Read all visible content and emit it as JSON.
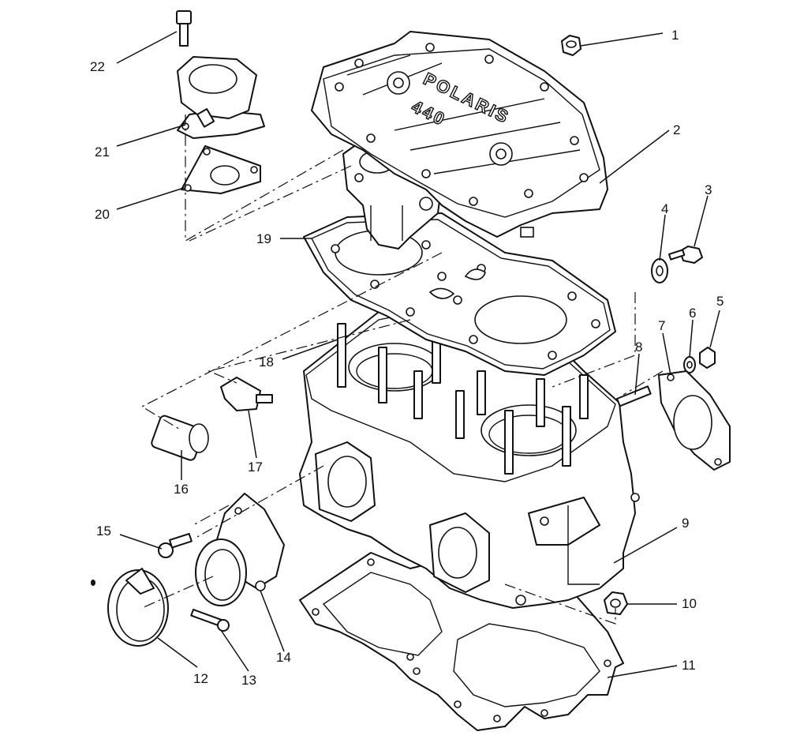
{
  "callouts": [
    {
      "id": "1",
      "label": "1"
    },
    {
      "id": "2",
      "label": "2"
    },
    {
      "id": "3",
      "label": "3"
    },
    {
      "id": "4",
      "label": "4"
    },
    {
      "id": "5",
      "label": "5"
    },
    {
      "id": "6",
      "label": "6"
    },
    {
      "id": "7",
      "label": "7"
    },
    {
      "id": "8",
      "label": "8"
    },
    {
      "id": "9",
      "label": "9"
    },
    {
      "id": "10",
      "label": "10"
    },
    {
      "id": "11",
      "label": "11"
    },
    {
      "id": "12",
      "label": "12"
    },
    {
      "id": "13",
      "label": "13"
    },
    {
      "id": "14",
      "label": "14"
    },
    {
      "id": "15",
      "label": "15"
    },
    {
      "id": "16",
      "label": "16"
    },
    {
      "id": "17",
      "label": "17"
    },
    {
      "id": "18",
      "label": "18"
    },
    {
      "id": "19",
      "label": "19"
    },
    {
      "id": "20",
      "label": "20"
    },
    {
      "id": "21",
      "label": "21"
    },
    {
      "id": "22",
      "label": "22"
    }
  ],
  "head_cover": {
    "brand_text": "POLARIS",
    "model_text": "440"
  },
  "colors": {
    "ink": "#111111",
    "paper": "#ffffff"
  }
}
